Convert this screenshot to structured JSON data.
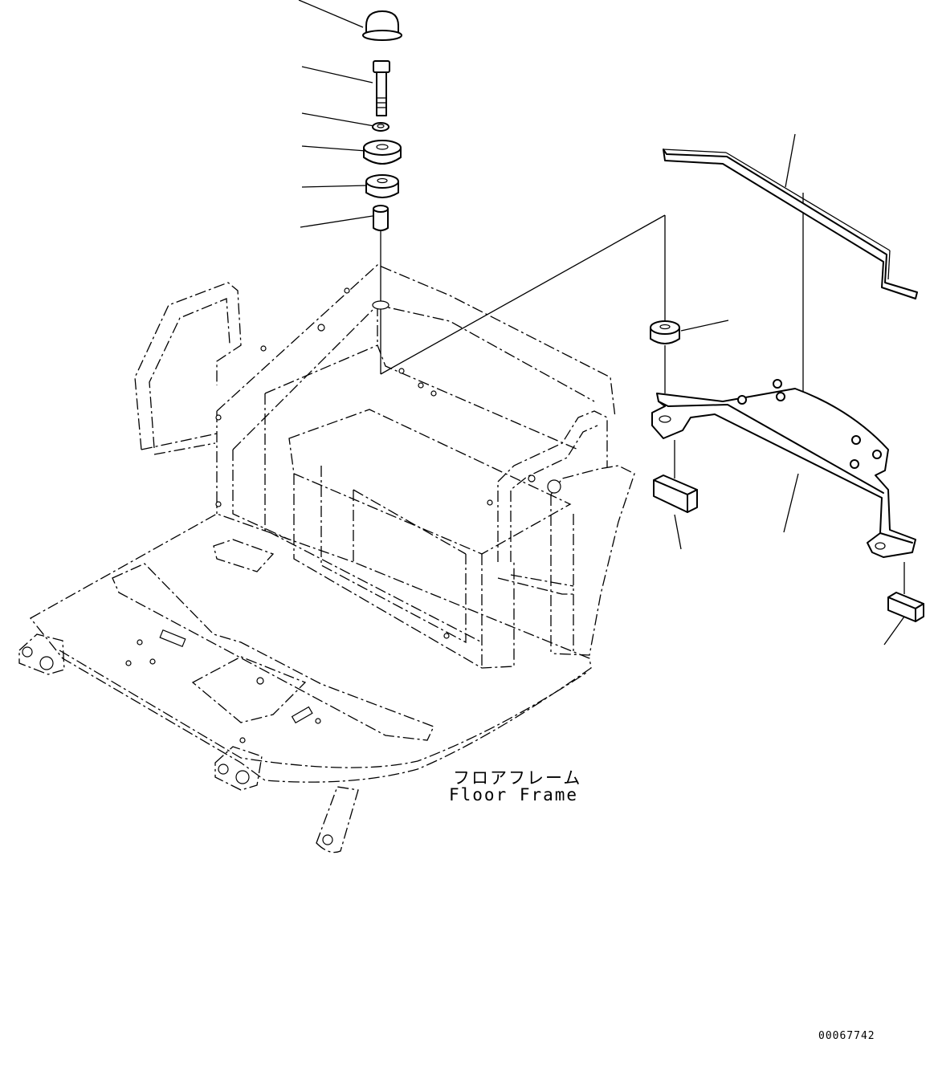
{
  "diagram": {
    "part_label_jp": "フロアフレーム",
    "part_label_en": "Floor Frame",
    "drawing_number": "00067742"
  },
  "parts": [
    {
      "name": "cap-icon"
    },
    {
      "name": "bolt-icon"
    },
    {
      "name": "washer-icon"
    },
    {
      "name": "mount-cushion-upper-icon"
    },
    {
      "name": "mount-cushion-lower-icon"
    },
    {
      "name": "collar-icon"
    },
    {
      "name": "floor-frame-icon"
    },
    {
      "name": "bracket-icon"
    },
    {
      "name": "plate-icon"
    },
    {
      "name": "cushion-right-icon"
    },
    {
      "name": "pad-left-icon"
    },
    {
      "name": "pad-right-icon"
    }
  ]
}
